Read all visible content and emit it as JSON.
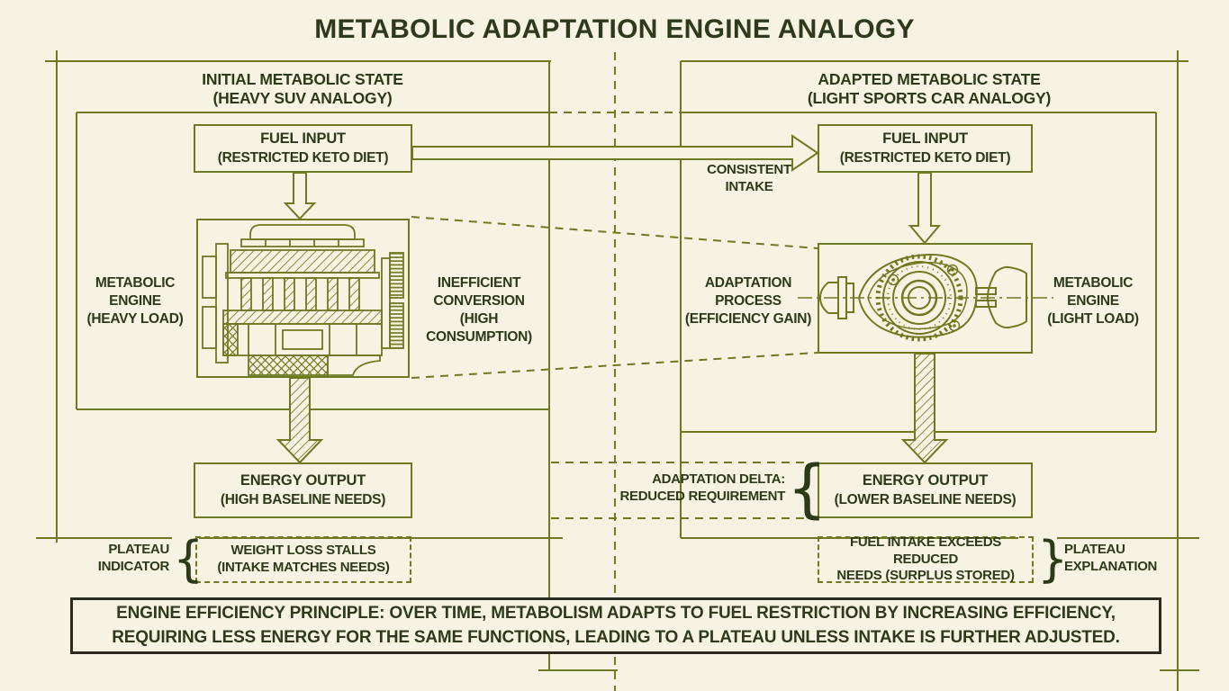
{
  "title": "METABOLIC ADAPTATION ENGINE ANALOGY",
  "colors": {
    "background": "#f7f3e2",
    "line_olive": "#6d7a22",
    "text_ink": "#2d3a19",
    "banner_border": "#2a2a1e"
  },
  "left_panel": {
    "header": {
      "line1": "INITIAL METABOLIC STATE",
      "line2": "(HEAVY SUV ANALOGY)"
    },
    "fuel_input": {
      "line1": "FUEL INPUT",
      "line2": "(RESTRICTED KETO DIET)"
    },
    "engine_label": {
      "line1": "METABOLIC",
      "line2": "ENGINE",
      "line3": "(HEAVY LOAD)"
    },
    "conversion_label": {
      "line1": "INEFFICIENT",
      "line2": "CONVERSION",
      "line3": "(HIGH CONSUMPTION)"
    },
    "energy_output": {
      "line1": "ENERGY OUTPUT",
      "line2": "(HIGH BASELINE NEEDS)"
    },
    "plateau_label": {
      "line1": "PLATEAU",
      "line2": "INDICATOR"
    },
    "plateau_box": {
      "line1": "WEIGHT LOSS STALLS",
      "line2": "(INTAKE MATCHES NEEDS)"
    }
  },
  "right_panel": {
    "header": {
      "line1": "ADAPTED METABOLIC STATE",
      "line2": "(LIGHT SPORTS CAR ANALOGY)"
    },
    "fuel_input": {
      "line1": "FUEL INPUT",
      "line2": "(RESTRICTED KETO DIET)"
    },
    "process_label": {
      "line1": "ADAPTATION",
      "line2": "PROCESS",
      "line3": "(EFFICIENCY GAIN)"
    },
    "engine_label": {
      "line1": "METABOLIC",
      "line2": "ENGINE",
      "line3": "(LIGHT LOAD)"
    },
    "adaptation_delta": {
      "line1": "ADAPTATION DELTA:",
      "line2": "REDUCED REQUIREMENT"
    },
    "energy_output": {
      "line1": "ENERGY OUTPUT",
      "line2": "(LOWER BASELINE NEEDS)"
    },
    "plateau_box": {
      "line1": "FUEL INTAKE EXCEEDS REDUCED",
      "line2": "NEEDS (SURPLUS STORED)"
    },
    "plateau_label": {
      "line1": "PLATEAU",
      "line2": "EXPLANATION"
    }
  },
  "connector": {
    "label": {
      "line1": "CONSISTENT",
      "line2": "INTAKE"
    }
  },
  "glyphs": {
    "brace_left": "{",
    "brace_right": "}"
  },
  "footer": {
    "line1": "ENGINE EFFICIENCY PRINCIPLE: OVER TIME, METABOLISM ADAPTS TO FUEL RESTRICTION BY INCREASING EFFICIENCY,",
    "line2": "REQUIRING LESS ENERGY FOR THE SAME FUNCTIONS, LEADING TO A PLATEAU UNLESS INTAKE IS FURTHER ADJUSTED."
  }
}
